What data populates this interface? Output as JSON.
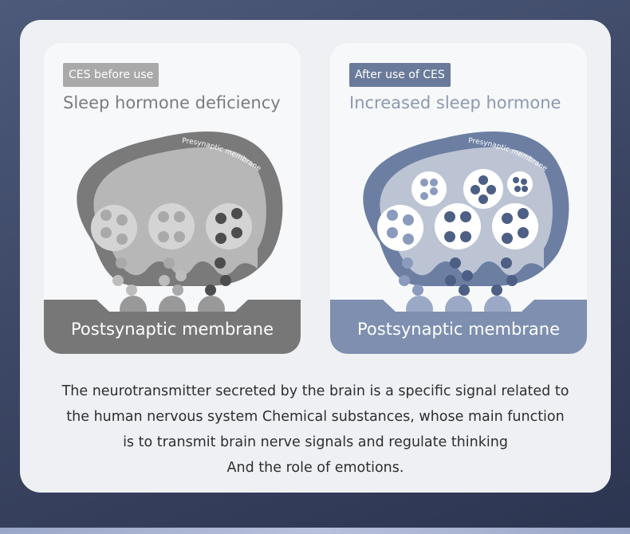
{
  "panels": {
    "before": {
      "tag": "CES before use",
      "subtitle": "Sleep hormone deficiency",
      "presynaptic_label": "Presynaptic membrane",
      "postsynaptic_label": "Postsynaptic membrane"
    },
    "after": {
      "tag": "After use of CES",
      "subtitle": "Increased sleep hormone",
      "presynaptic_label": "Presynaptic membrane",
      "postsynaptic_label": "Postsynaptic membrane"
    }
  },
  "description": {
    "line1": "The neurotransmitter secreted by the brain is a specific signal related to",
    "line2": "the human nervous system Chemical substances, whose main function",
    "line3": "is to transmit brain nerve signals and regulate thinking",
    "line4": "And the role of emotions."
  },
  "colors": {
    "before_cell": "#7a7a7a",
    "before_post": "#777777",
    "after_cell": "#6c7fa3",
    "after_post": "#7e8faf"
  }
}
